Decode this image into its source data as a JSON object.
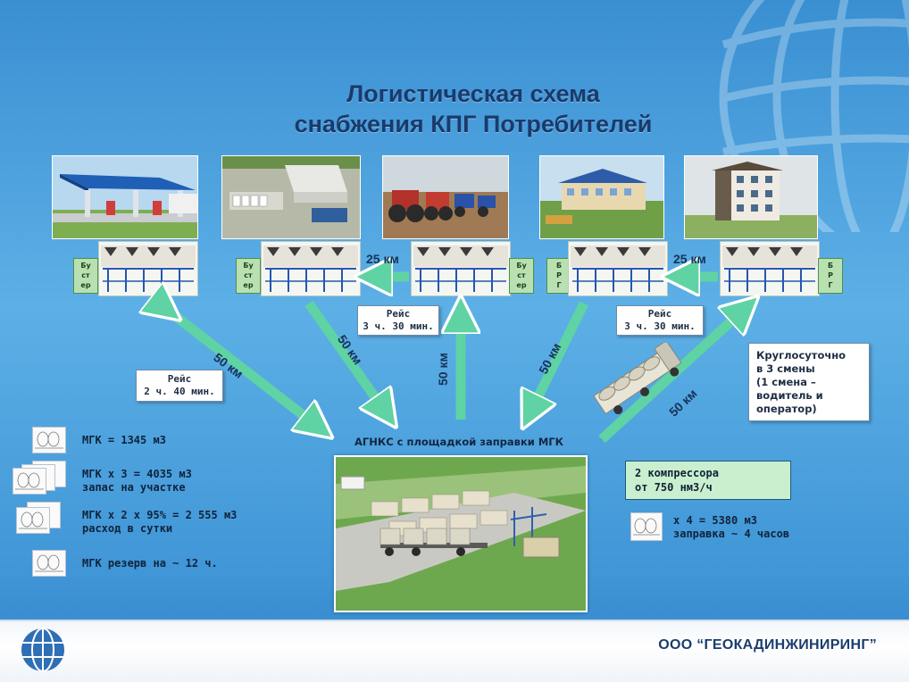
{
  "title": {
    "line1": "Логистическая схема",
    "line2": "снабжения КПГ Потребителей"
  },
  "stations": [
    {
      "tag_lines": [
        "Бу",
        "ст",
        "ер"
      ]
    },
    {
      "tag_lines": [
        "Бу",
        "ст",
        "ер"
      ]
    },
    {
      "tag_lines": [
        "Бу",
        "ст",
        "ер"
      ]
    },
    {
      "tag_lines": [
        "Б",
        "Р",
        "Г"
      ]
    },
    {
      "tag_lines": [
        "Б",
        "Р",
        "Г"
      ]
    }
  ],
  "distances": {
    "top_left": "25 км",
    "top_right": "25 км",
    "diag_1": "50 км",
    "diag_2": "50 км",
    "vertical": "50 км",
    "diag_4": "50 км",
    "diag_5": "50 км"
  },
  "trips": {
    "trip_left": [
      "Рейс",
      "2 ч. 40 мин."
    ],
    "trip_mid": [
      "Рейс",
      "3 ч. 30 мин."
    ],
    "trip_right": [
      "Рейс",
      "3 ч. 30 мин."
    ]
  },
  "shift_box": [
    "Круглосуточно",
    "в 3 смены",
    "(1 смена –",
    "водитель и",
    "оператор)"
  ],
  "agnks_label": "АГНКС с площадкой заправки МГК",
  "compressor_box": [
    "2 компрессора",
    "от 750 нм3/ч"
  ],
  "stats": {
    "mgk": "МГК = 1345 м3",
    "mgk_x3": [
      "МГК х 3 = 4035 м3",
      "запас на участке"
    ],
    "mgk_x2": [
      "МГК х 2 х 95% = 2 555 м3",
      "расход в сутки"
    ],
    "mgk_reserve": "МГК резерв на ~ 12 ч.",
    "refuel": [
      "х 4 = 5380 м3",
      "заправка ~ 4 часов"
    ]
  },
  "company": "ООО “ГЕОКАДИНЖИНИРИНГ”",
  "colors": {
    "background": "#4ea4e0",
    "arrow": "#5fd3a3",
    "arrow_outline": "#ffffff",
    "title": "#1a3a6b",
    "compressor_box": "#c9efcf"
  }
}
